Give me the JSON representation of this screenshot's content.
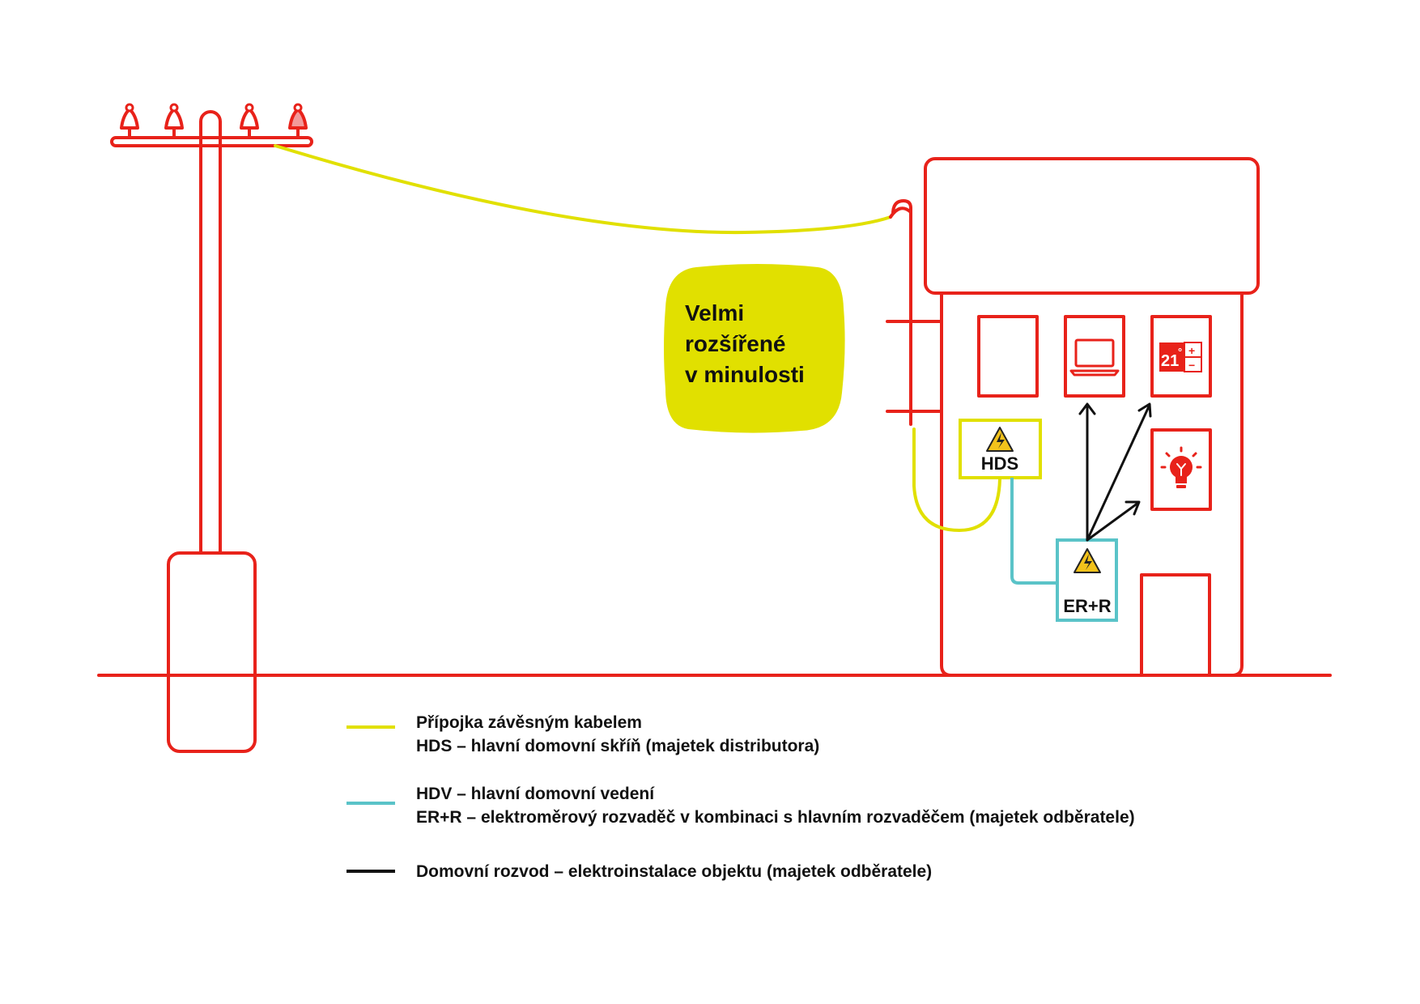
{
  "bubble": {
    "lines": [
      "Velmi",
      "rozšířené",
      "v minulosti"
    ],
    "color": "#e1e000"
  },
  "boxes": {
    "hds_label": "HDS",
    "err_label": "ER+R"
  },
  "thermostat": {
    "temperature": "21",
    "degree": "°",
    "plus": "+",
    "minus": "−"
  },
  "legend": [
    {
      "color": "#e1e000",
      "lines": [
        "Přípojka závěsným kabelem",
        "HDS – hlavní domovní skříň (majetek distributora)"
      ]
    },
    {
      "color": "#5ac3c8",
      "lines": [
        "HDV – hlavní domovní vedení",
        "ER+R – elektroměrový rozvaděč v kombinaci s hlavním rozvaděčem (majetek odběratele)"
      ]
    },
    {
      "color": "#111111",
      "lines": [
        "Domovní rozvod – elektroinstalace objektu (majetek odběratele)"
      ]
    }
  ],
  "colors": {
    "structure": "#e8221a",
    "overhead_cable": "#e1e000",
    "main_house_line": "#5ac3c8",
    "house_wiring": "#111111",
    "warning_sign": "#f2c21b"
  },
  "icons": [
    "insulator-icon",
    "laptop-icon",
    "thermostat-icon",
    "light-bulb-icon",
    "warning-icon"
  ]
}
